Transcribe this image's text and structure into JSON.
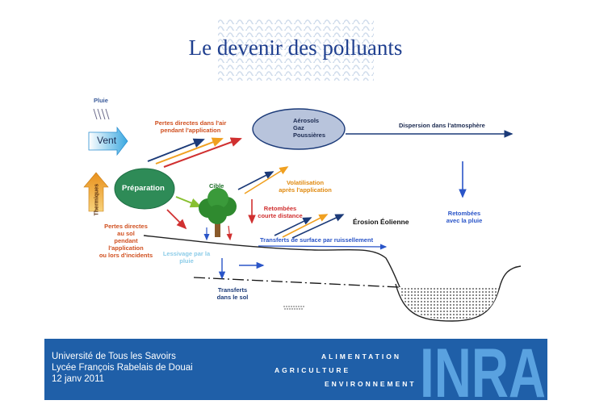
{
  "title": "Le devenir des polluants",
  "labels": {
    "pluie": "Pluie",
    "vent": "Vent",
    "thermiques": "Thermiques",
    "preparation": "Préparation",
    "pertes_air": [
      "Pertes directes dans l'air",
      "pendant l'application"
    ],
    "aerosols": [
      "Aérosols",
      "Gaz",
      "Poussières"
    ],
    "dispersion": "Dispersion  dans l'atmosphère",
    "cible": "Cible",
    "volatilisation": [
      "Volatilisation",
      "après l'application"
    ],
    "retombees_court": [
      "Retombées",
      "courte distance"
    ],
    "erosion": "Érosion Éolienne",
    "retombees_pluie": [
      "Retombées",
      "avec la pluie"
    ],
    "pertes_sol": [
      "Pertes directes",
      "au sol",
      "pendant",
      "l'application",
      "ou lors d'incidents"
    ],
    "transferts_surface": "Transferts de surface par ruissellement",
    "lessivage": [
      "Lessivage par la",
      "pluie"
    ],
    "transferts_sol": [
      "Transferts",
      "dans le sol"
    ]
  },
  "footer": {
    "lines": [
      "Université de Tous les Savoirs",
      "Lycée François Rabelais de Douai",
      "12 janv 2011"
    ],
    "alimentation": "ALIMENTATION",
    "agriculture": "AGRICULTURE",
    "environnement": "ENVIRONNEMENT",
    "logo_text": "INRA"
  },
  "colors": {
    "title": "#1f3f8f",
    "navy_arrow": "#1b3a78",
    "orange_arrow": "#f0a020",
    "red_arrow": "#d03030",
    "green": "#2e8b57",
    "cloud": "#b8c4dc",
    "footer_bg": "#1f5fa8"
  }
}
